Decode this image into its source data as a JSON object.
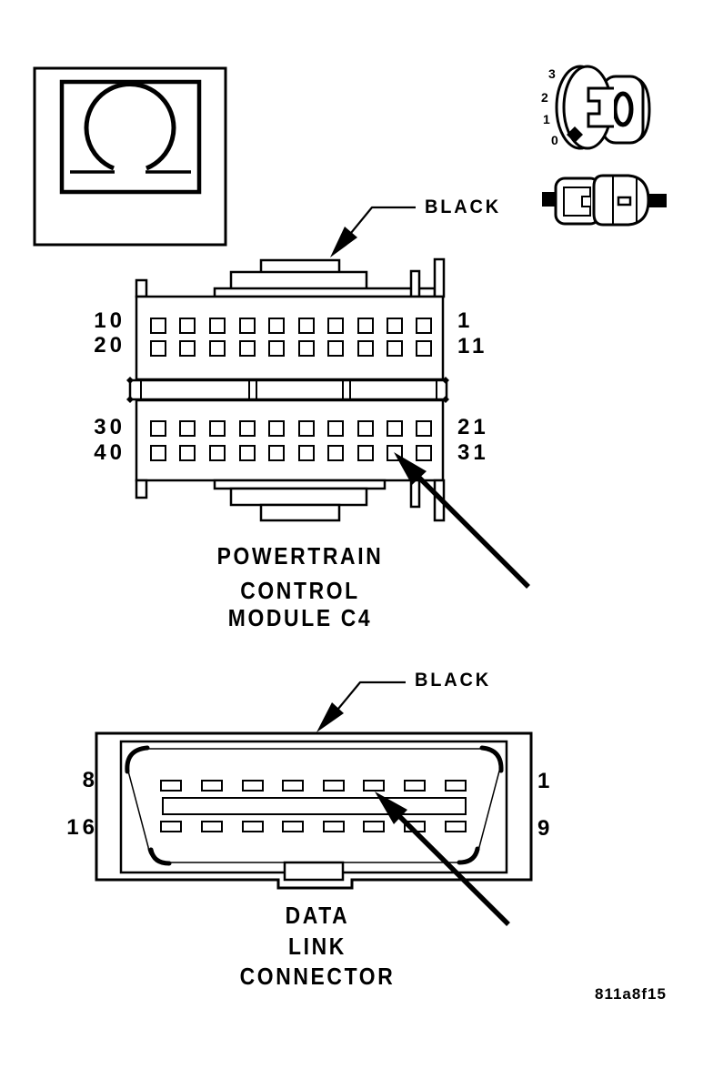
{
  "dial": {
    "scale": [
      "3",
      "2",
      "1",
      "0"
    ]
  },
  "pcm": {
    "wire_color_label": "BLACK",
    "title_lines": [
      "POWERTRAIN",
      "CONTROL",
      "MODULE C4"
    ],
    "left_pin_labels": [
      "10",
      "20",
      "30",
      "40"
    ],
    "right_pin_labels": [
      "1",
      "11",
      "21",
      "31"
    ]
  },
  "dlc": {
    "wire_color_label": "BLACK",
    "title_lines": [
      "DATA",
      "LINK",
      "CONNECTOR"
    ],
    "left_pin_labels": [
      "8",
      "16"
    ],
    "right_pin_labels": [
      "1",
      "9"
    ]
  },
  "meta": {
    "figure_code": "811a8f15"
  }
}
